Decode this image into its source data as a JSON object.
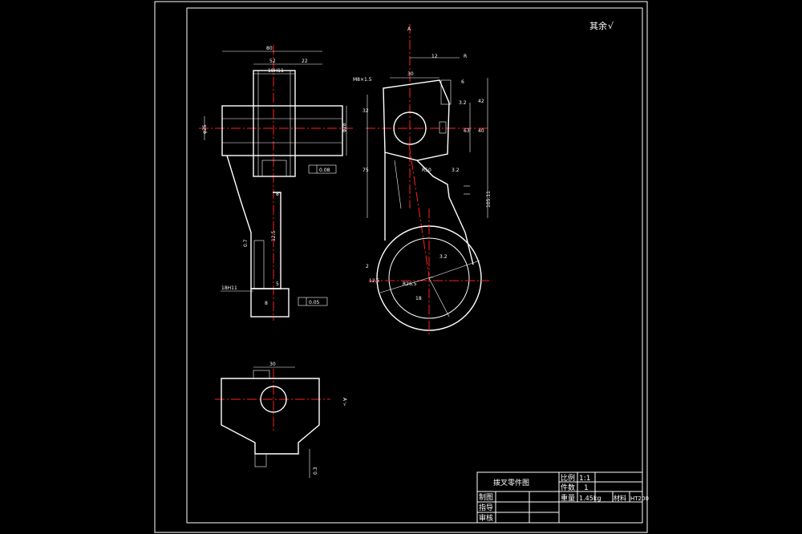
{
  "roughness_note": "其余",
  "roughness_symbol": "√",
  "title_block": {
    "part_name": "拨叉零件图",
    "scale_label": "比例",
    "scale_value": "1:1",
    "qty_label": "件数",
    "qty_value": "1",
    "weight_label": "重量",
    "weight_value": "1.45kg",
    "material_label": "材料",
    "material_value": "HT200",
    "drawn_label": "制图",
    "guide_label": "指导",
    "review_label": "审核"
  },
  "dims": {
    "front": [
      "80",
      "52",
      "22",
      "18H11",
      "φ25",
      "φ28",
      "8",
      "5",
      "0.7",
      "12.5",
      "18H11",
      "8",
      "0.08",
      "0.05"
    ],
    "side": [
      "12",
      "R",
      "M8×1.5",
      "30",
      "42",
      "6",
      "3.2",
      "32",
      "75",
      "63",
      "40",
      "3.2",
      "105.11",
      "R50",
      "12.5",
      "2",
      "R26.5",
      "18",
      "3.2"
    ],
    "bottom": [
      "30",
      "A",
      "√",
      "0.3"
    ]
  },
  "section_label": "A"
}
